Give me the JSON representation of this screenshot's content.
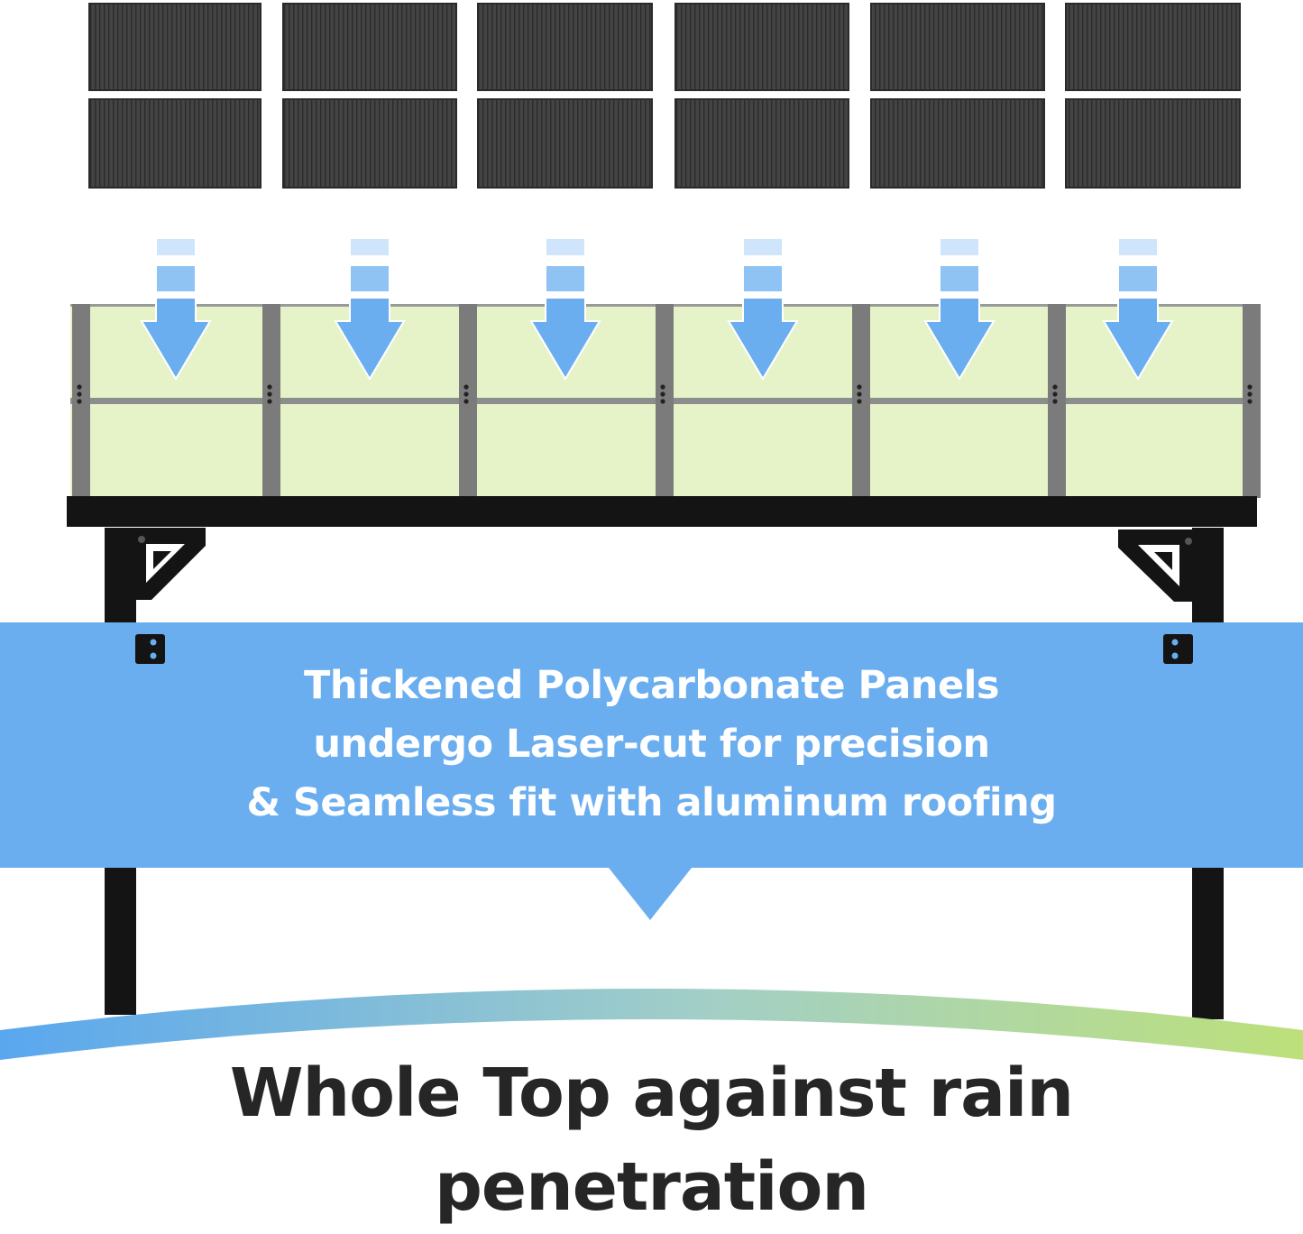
{
  "colors": {
    "panel_dark": "#3f3f3f",
    "panel_glass": "#e6f3c9",
    "frame_grey": "#7b7b7b",
    "frame_black": "#111111",
    "arrow_blue": "#6aaef0",
    "banner_blue": "#6aaef0",
    "headline_text": "#262626",
    "wave_start": "#5aa7ef",
    "wave_end": "#bde07a"
  },
  "panels": {
    "columns": 6,
    "rows": 2
  },
  "arrows": {
    "count": 6,
    "icon": "down-arrow-icon"
  },
  "info_banner": {
    "lines": [
      "Thickened Polycarbonate Panels",
      "undergo Laser-cut for precision",
      "& Seamless fit with aluminum roofing"
    ]
  },
  "headline": {
    "lines": [
      "Whole Top against rain",
      "penetration"
    ]
  }
}
